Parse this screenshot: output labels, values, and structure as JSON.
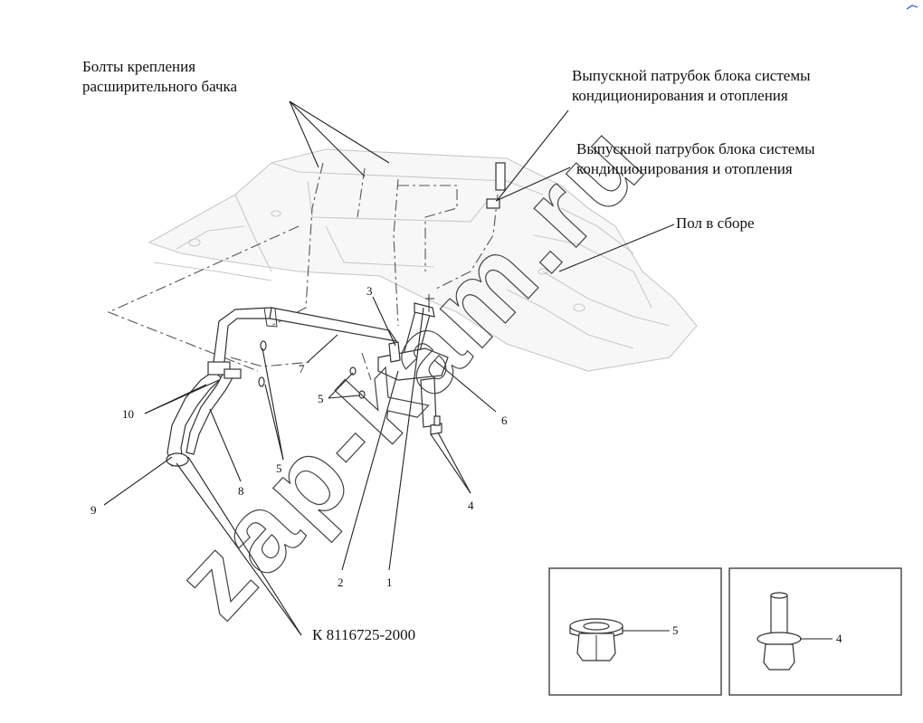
{
  "labels": {
    "expansion_tank_bolts": [
      "Болты крепления",
      "расширительного бачка"
    ],
    "outlet_pipe_a": [
      "Выпускной патрубок блока системы",
      "кондиционирования и отопления"
    ],
    "outlet_pipe_b": [
      "Выпускной патрубок блока системы",
      "кондиционирования и отопления"
    ],
    "floor_assembly": "Пол в сборе",
    "reference": "К 8116725-2000"
  },
  "part_numbers": {
    "p1": "1",
    "p2": "2",
    "p3": "3",
    "p4": "4",
    "p5a": "5",
    "p5b": "5",
    "p6": "6",
    "p7": "7",
    "p8": "8",
    "p9": "9",
    "p10": "10"
  },
  "detail_views": {
    "nut_label": "5",
    "bolt_label": "4"
  },
  "watermark": "zap-kam.ru"
}
